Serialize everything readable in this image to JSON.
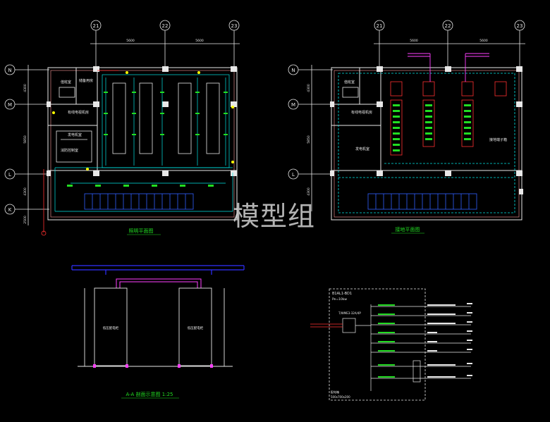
{
  "watermark": "模型组",
  "plan_left": {
    "title": "照明平面图",
    "axis_top": [
      "21",
      "22",
      "23"
    ],
    "axis_left": [
      "N",
      "M",
      "L",
      "K"
    ],
    "dims_top": [
      "5600",
      "5600"
    ],
    "dims_left": [
      "4300",
      "5850",
      "4300",
      "2500"
    ],
    "rooms": {
      "duty": "值班室",
      "storage": "储备用房",
      "radio": "有线电视机房",
      "gen": "发电机室",
      "fire": "消防控制室"
    }
  },
  "plan_right": {
    "title": "接地平面图",
    "axis_top": [
      "21",
      "22",
      "23"
    ],
    "axis_left": [
      "N",
      "M",
      "L"
    ],
    "dims_top": [
      "5600",
      "5600"
    ],
    "dims_left": [
      "4300",
      "5850",
      "4300"
    ],
    "rooms": {
      "duty": "值班室",
      "radio": "有线电视机房",
      "gen": "发电机室",
      "note": "接地端子箱"
    }
  },
  "section": {
    "title": "A-A 剖面示意图 1:25",
    "cab_left": "低压配电柜",
    "cab_right": "低压配电柜"
  },
  "panel": {
    "title": "B1AL1-BD1",
    "sub": "Pe=10kw",
    "main": "T/WME3-32A/4P",
    "note": "配电箱",
    "note2": "500x700x200"
  },
  "colors": {
    "bg": "#000000",
    "line": "#e8e8e8",
    "cyan": "#00e5e5",
    "green": "#22dd22",
    "red": "#ff3030",
    "magenta": "#ff40ff",
    "yellow": "#ffff00",
    "blue": "#3030ff"
  }
}
